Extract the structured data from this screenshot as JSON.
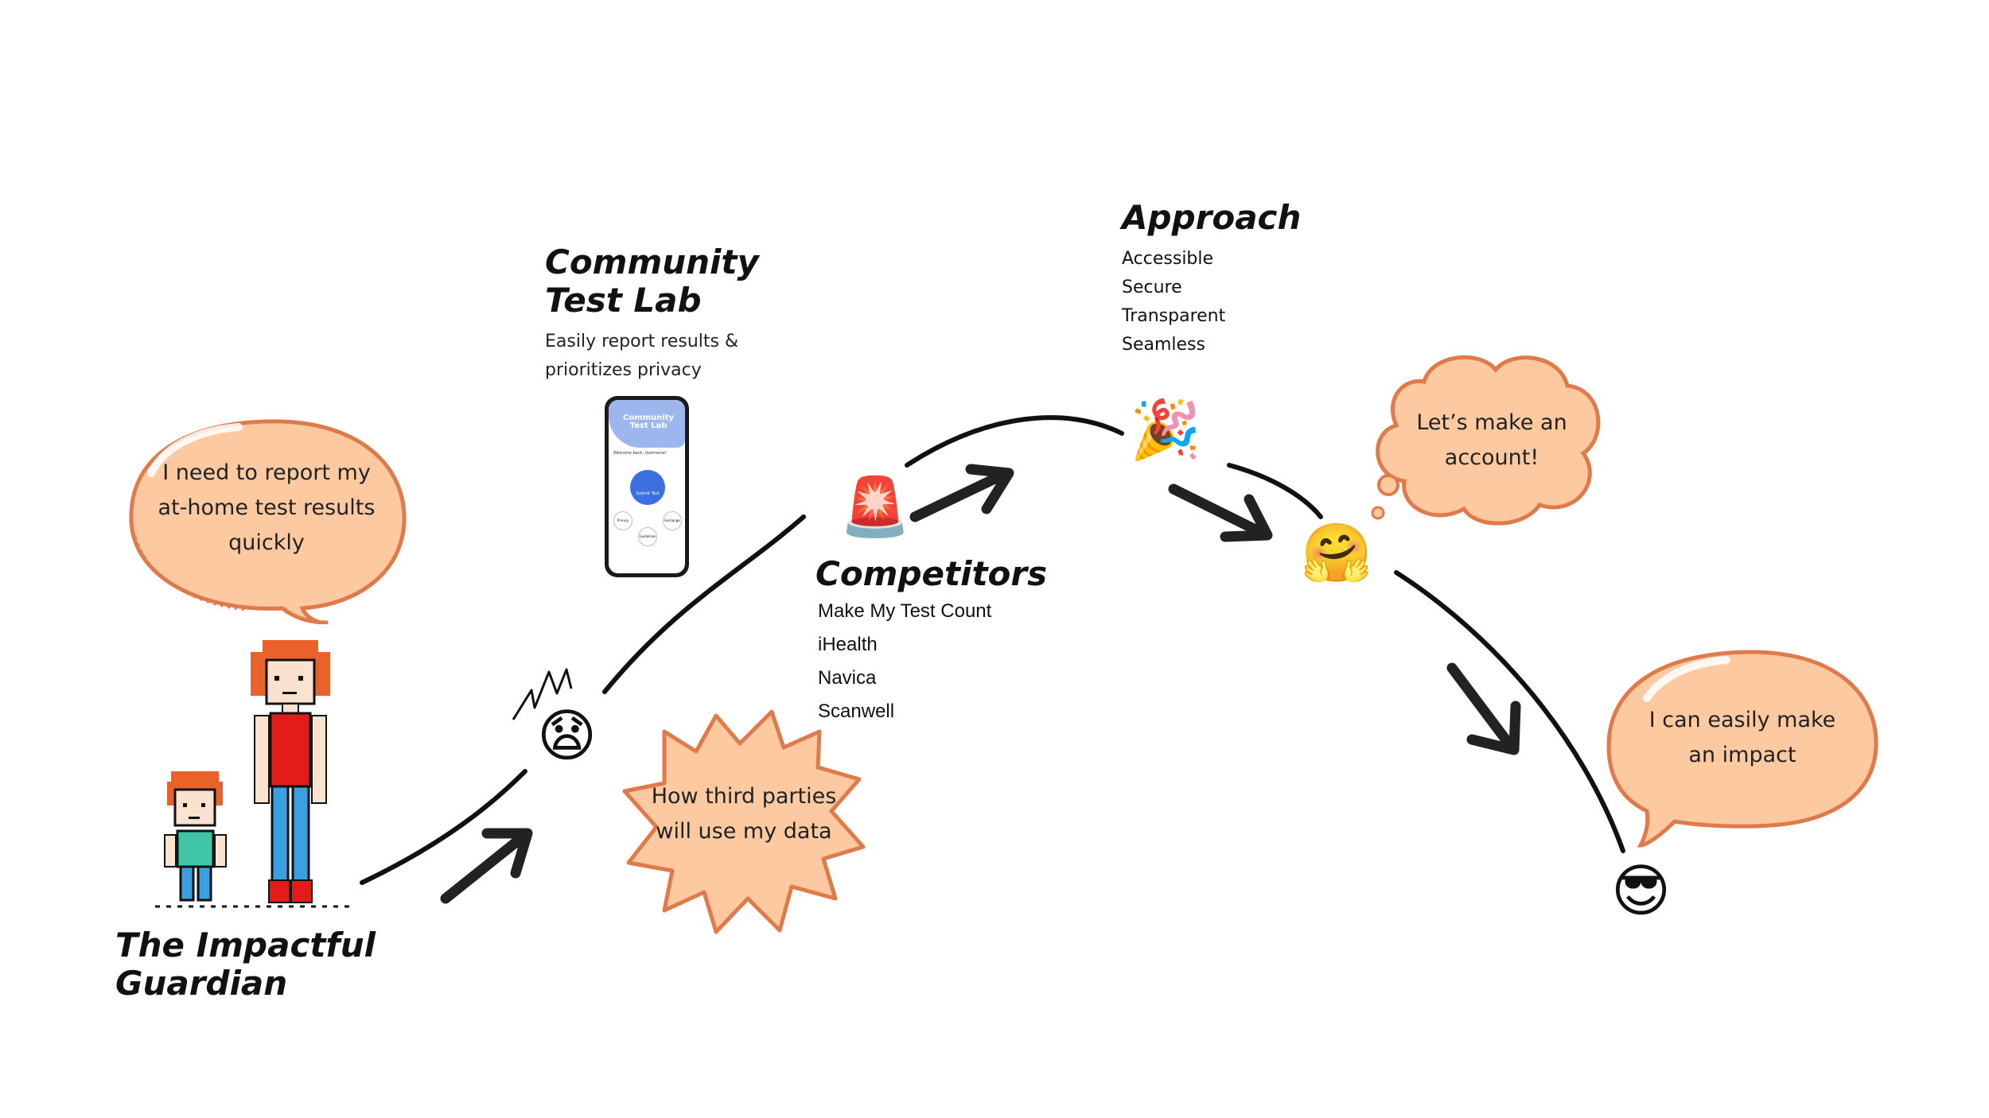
{
  "persona": {
    "title": "The Impactful\nGuardian",
    "speech": "I need to report my\nat-home test results\nquickly"
  },
  "product": {
    "title": "Community\nTest Lab",
    "subtitle": "Easily report results &\nprioritizes privacy",
    "phone": {
      "app_name": "Community\nTest Lab",
      "welcome": "Welcome back, Username!",
      "submit_label": "Submit Test",
      "shortcuts": [
        "Privacy",
        "Exchange",
        "Guidelines"
      ]
    }
  },
  "competitors": {
    "title": "Competitors",
    "items": [
      "Make My Test Count",
      "iHealth",
      "Navica",
      "Scanwell"
    ]
  },
  "approach": {
    "title": "Approach",
    "items": [
      "Accessible",
      "Secure",
      "Transparent",
      "Seamless"
    ]
  },
  "worry": {
    "text": "How third parties\nwill use my data"
  },
  "thought": {
    "text": "Let’s make an\naccount!"
  },
  "outcome": {
    "text": "I can easily make\nan impact"
  },
  "emojis": {
    "worried": "😧",
    "siren": "🚨",
    "party": "🎉",
    "hug": "🤗",
    "cool": "😎"
  },
  "colors": {
    "bubble_fill": "#fcc9a1",
    "bubble_stroke": "#e07a4a",
    "ink": "#111111",
    "hair": "#e8622a",
    "shirt_red": "#e31b1b",
    "pants_blue": "#3aa0e0",
    "shirt_teal": "#3fc6a8",
    "phone_accent": "#3e6fe0"
  }
}
